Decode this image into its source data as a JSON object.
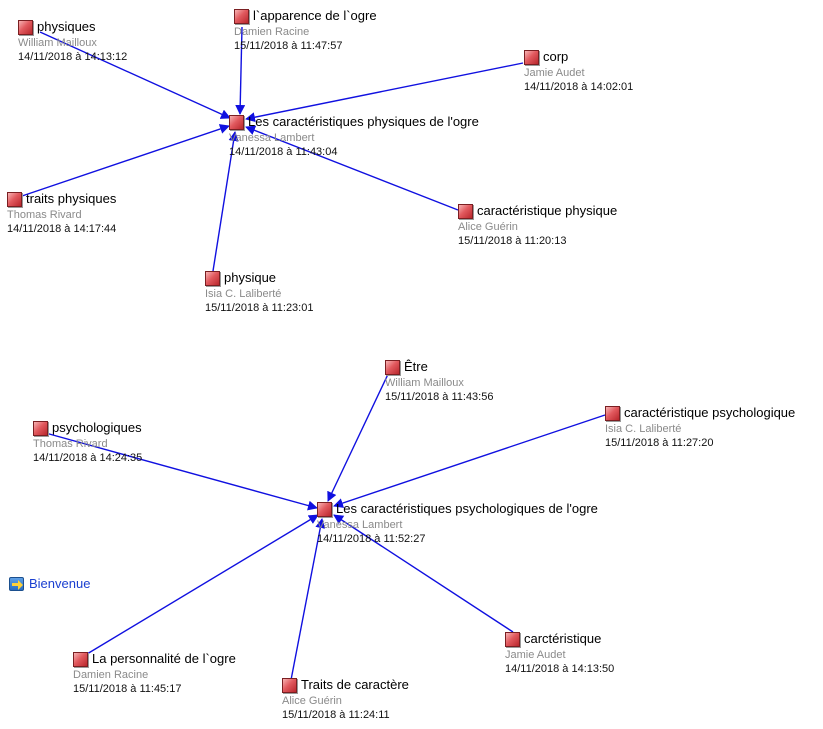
{
  "nodes": [
    {
      "title": "Les caractéristiques physiques de l'ogre",
      "author": "Vanessa Lambert",
      "date": "14/11/2018 à 11:43:04"
    },
    {
      "title": "physiques",
      "author": "William Mailloux",
      "date": "14/11/2018 à 14:13:12"
    },
    {
      "title": "l`apparence de l`ogre",
      "author": "Damien Racine",
      "date": "15/11/2018 à 11:47:57"
    },
    {
      "title": "corp",
      "author": "Jamie Audet",
      "date": "14/11/2018 à 14:02:01"
    },
    {
      "title": "traits physiques",
      "author": "Thomas Rivard",
      "date": "14/11/2018 à 14:17:44"
    },
    {
      "title": "caractéristique physique",
      "author": "Alice Guérin",
      "date": "15/11/2018 à 11:20:13"
    },
    {
      "title": "physique",
      "author": "Isia C. Laliberté",
      "date": "15/11/2018 à 11:23:01"
    },
    {
      "title": "Les caractéristiques psychologiques de l'ogre",
      "author": "Vanessa Lambert",
      "date": "14/11/2018 à 11:52:27"
    },
    {
      "title": "Être",
      "author": "William Mailloux",
      "date": "15/11/2018 à 11:43:56"
    },
    {
      "title": "caractéristique psychologique",
      "author": "Isia C. Laliberté",
      "date": "15/11/2018 à 11:27:20"
    },
    {
      "title": "psychologiques",
      "author": "Thomas Rivard",
      "date": "14/11/2018 à 14:24:35"
    },
    {
      "title": "La personnalité de l`ogre",
      "author": "Damien Racine",
      "date": "15/11/2018 à 11:45:17"
    },
    {
      "title": "Traits de caractère",
      "author": "Alice Guérin",
      "date": "15/11/2018 à 11:24:11"
    },
    {
      "title": "carctéristique",
      "author": "Jamie Audet",
      "date": "14/11/2018 à 14:13:50"
    }
  ],
  "bienvenue": {
    "label": "Bienvenue",
    "icon": "arrow-right-icon"
  },
  "colors": {
    "edge": "#1010e0",
    "node_fill": "#e25a5f",
    "link": "#1a3fd0"
  }
}
